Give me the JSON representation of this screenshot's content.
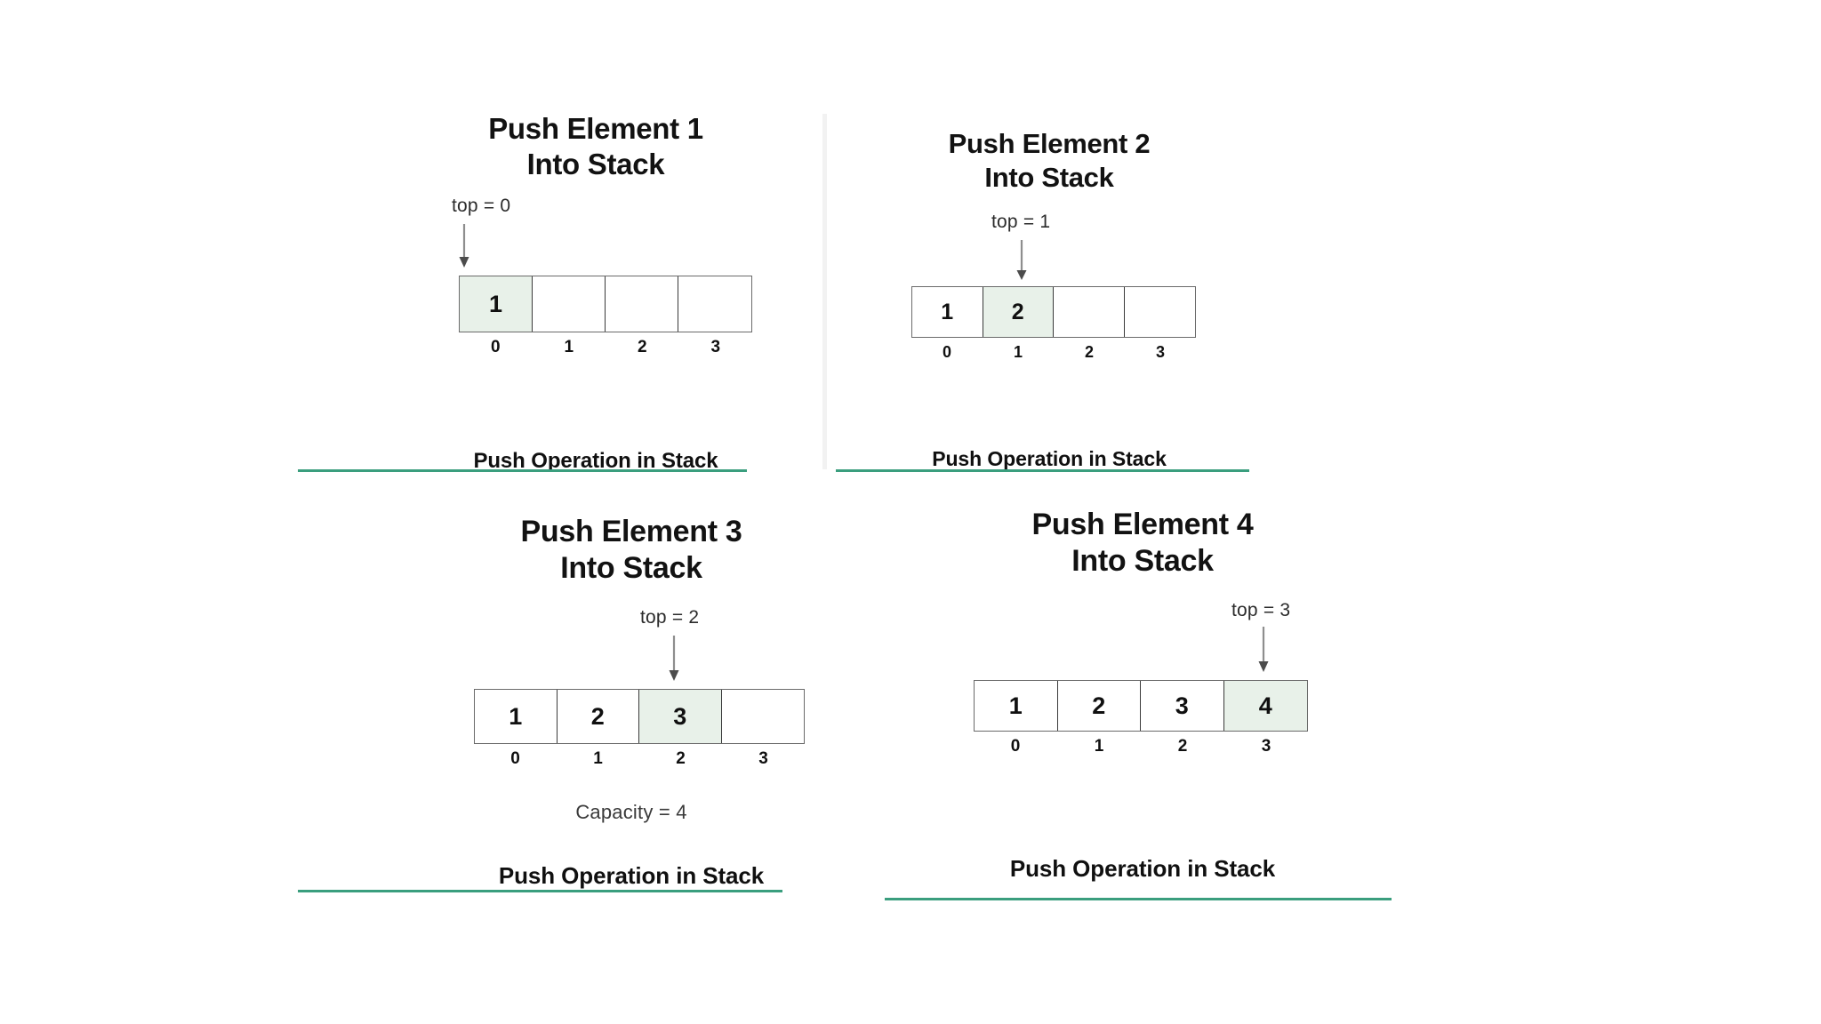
{
  "page": {
    "background": "#ffffff",
    "accent_green": "#3a9e7e",
    "highlight_fill": "#e8f1e9",
    "box_border": "#3a3a3a"
  },
  "panels": [
    {
      "id": "push-element-1",
      "title": "Push Element 1\nInto Stack",
      "top_label": "top = 0",
      "top_index": 0,
      "cells": [
        "1",
        "",
        "",
        ""
      ],
      "indices": [
        "0",
        "1",
        "2",
        "3"
      ],
      "caption": "Push Operation in Stack",
      "capacity_label": ""
    },
    {
      "id": "push-element-2",
      "title": "Push Element 2\nInto Stack",
      "top_label": "top = 1",
      "top_index": 1,
      "cells": [
        "1",
        "2",
        "",
        ""
      ],
      "indices": [
        "0",
        "1",
        "2",
        "3"
      ],
      "caption": "Push Operation in Stack",
      "capacity_label": ""
    },
    {
      "id": "push-element-3",
      "title": "Push Element 3\nInto Stack",
      "top_label": "top = 2",
      "top_index": 2,
      "cells": [
        "1",
        "2",
        "3",
        ""
      ],
      "indices": [
        "0",
        "1",
        "2",
        "3"
      ],
      "caption": "Push Operation in Stack",
      "capacity_label": "Capacity = 4"
    },
    {
      "id": "push-element-4",
      "title": "Push Element 4\nInto Stack",
      "top_label": "top = 3",
      "top_index": 3,
      "cells": [
        "1",
        "2",
        "3",
        "4"
      ],
      "indices": [
        "0",
        "1",
        "2",
        "3"
      ],
      "caption": "Push Operation in Stack",
      "capacity_label": ""
    }
  ]
}
